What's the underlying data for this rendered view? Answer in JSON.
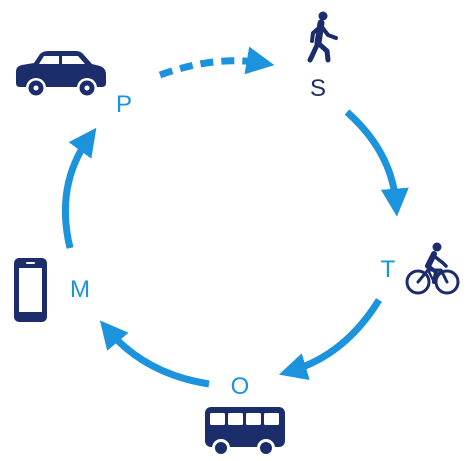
{
  "colors": {
    "accent": "#1b93dd",
    "navy": "#1c2d6b",
    "background": "#ffffff"
  },
  "nodes": [
    {
      "id": "s",
      "letter": "S",
      "icon": "walking-person-icon"
    },
    {
      "id": "t",
      "letter": "T",
      "icon": "cyclist-icon"
    },
    {
      "id": "o",
      "letter": "O",
      "icon": "bus-icon"
    },
    {
      "id": "m",
      "letter": "M",
      "icon": "smartphone-icon"
    },
    {
      "id": "p",
      "letter": "P",
      "icon": "car-icon"
    }
  ],
  "cycle_order": [
    "P",
    "S",
    "T",
    "O",
    "M",
    "P"
  ],
  "dashed_link": {
    "from": "P",
    "to": "S"
  }
}
